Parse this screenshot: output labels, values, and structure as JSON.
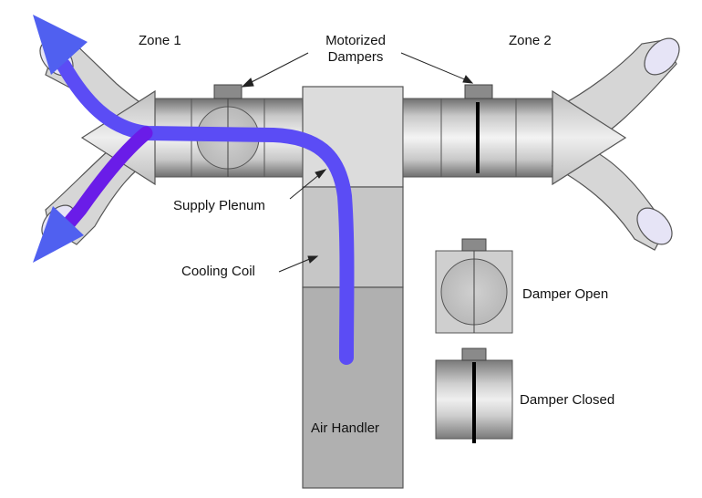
{
  "labels": {
    "zone1": "Zone 1",
    "zone2": "Zone 2",
    "motorized_dampers_line1": "Motorized",
    "motorized_dampers_line2": "Dampers",
    "supply_plenum": "Supply Plenum",
    "cooling_coil": "Cooling Coil",
    "air_handler": "Air Handler",
    "damper_open": "Damper Open",
    "damper_closed": "Damper Closed"
  },
  "colors": {
    "airflow_main": "#5b4cf5",
    "airflow_branch": "#6a1ce8",
    "airflow_tip": "#5060f0",
    "outline": "#555555",
    "fill_light": "#dcdcdc",
    "fill_mid": "#c4c4c4",
    "fill_dark": "#a8a8a8",
    "actuator": "#8a8a8a",
    "duct_end": "#e6e4f6"
  }
}
